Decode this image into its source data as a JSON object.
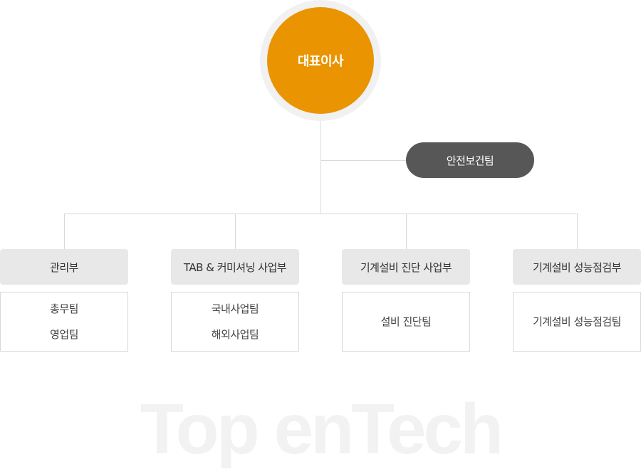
{
  "ceo": "대표이사",
  "safety_team": "안전보건팀",
  "departments": [
    {
      "name": "관리부",
      "teams": [
        "총무팀",
        "영업팀"
      ]
    },
    {
      "name": "TAB & 커미셔닝 사업부",
      "teams": [
        "국내사업팀",
        "해외사업팀"
      ]
    },
    {
      "name": "기계설비 진단 사업부",
      "teams": [
        "설비 진단팀"
      ]
    },
    {
      "name": "기계설비 성능점검부",
      "teams": [
        "기계설비 성능점검팀"
      ]
    }
  ],
  "watermark": "Top enTech",
  "colors": {
    "ceo": "#e99400",
    "safety": "#575757",
    "dept_bg": "#e8e8e8",
    "line": "#d9d9d9"
  }
}
